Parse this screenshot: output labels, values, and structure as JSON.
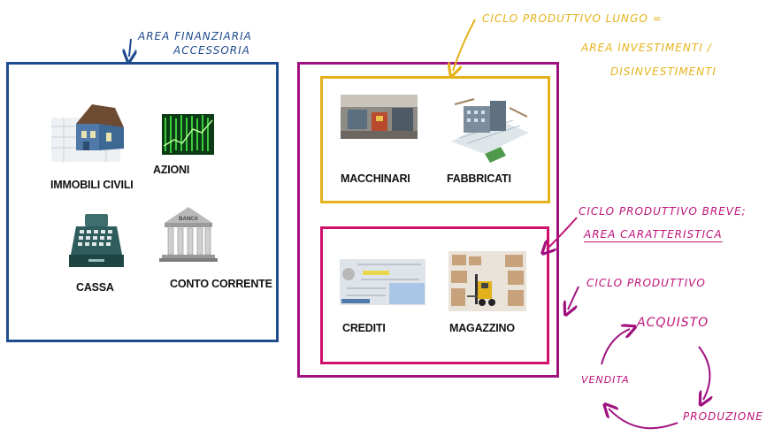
{
  "annotations": {
    "financial_area": [
      "AREA FINANZIARIA",
      "ACCESSORIA"
    ],
    "long_cycle": [
      "CICLO PRODUTTIVO LUNGO =",
      "AREA INVESTIMENTI /",
      "DISINVESTIMENTI"
    ],
    "short_cycle": [
      "CICLO PRODUTTIVO BREVE;",
      "AREA CARATTERISTICA"
    ],
    "cycle_title": "CICLO PRODUTTIVO",
    "cycle_steps": {
      "acquisto": "ACQUISTO",
      "produzione": "PRODUZIONE",
      "vendita": "VENDITA"
    }
  },
  "financial_items": {
    "immobili": "IMMOBILI CIVILI",
    "azioni": "AZIONI",
    "cassa": "CASSA",
    "conto": "CONTO CORRENTE",
    "banca_sign": "BANCA"
  },
  "long_items": {
    "macchinari": "MACCHINARI",
    "fabbricati": "FABBRICATI"
  },
  "short_items": {
    "crediti": "CREDITI",
    "magazzino": "MAGAZZINO"
  },
  "colors": {
    "blue": "#1f4b8f",
    "yellow": "#e5b21b",
    "magenta": "#b0127a",
    "purple": "#a0107e"
  }
}
